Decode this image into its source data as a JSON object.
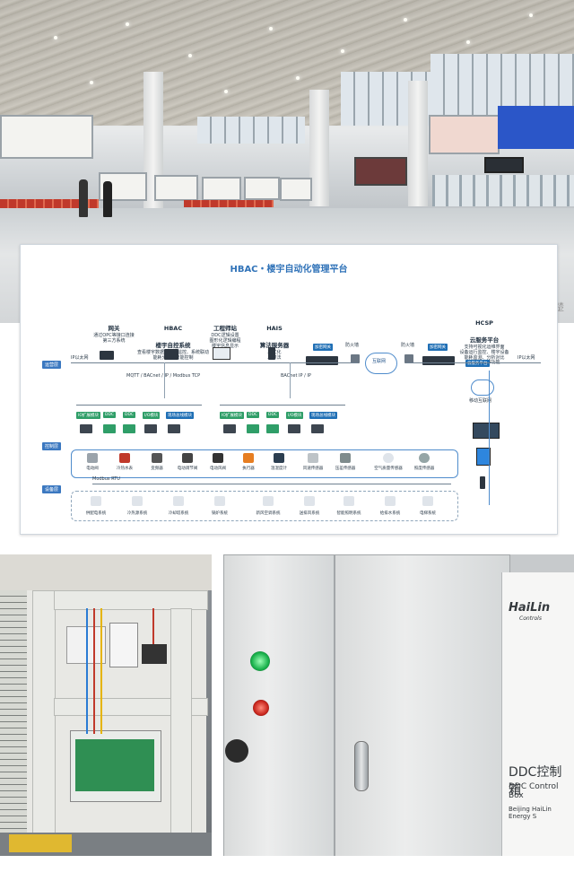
{
  "diagram": {
    "title": "HBAC・楼宇自动化管理平台",
    "colors": {
      "title": "#2f72b8",
      "band": "#3b78c0",
      "tag": "#1f6fb5",
      "tag_green": "#2f9e68"
    },
    "nodes": {
      "gateway": {
        "title": "网关",
        "desc": [
          "通过OPC等接口连接",
          "第三方系统"
        ]
      },
      "hbac": {
        "title1": "HBAC",
        "title2": "楼宇自控系统",
        "desc": [
          "查看楼宇数据、事件监控、系统联动",
          "能耗分析、智能控制"
        ]
      },
      "workstation": {
        "title": "工程师站",
        "desc": [
          "DDC逻辑设置",
          "图形化逻辑编程",
          "楼宇信息显示"
        ]
      },
      "hais": {
        "title1": "HAIS",
        "title2": "算法服务器",
        "desc": [
          "AI优化",
          "AI算法"
        ]
      },
      "hcsp": {
        "title1": "HCSP",
        "title2": "云服务平台",
        "desc": [
          "支持可视化运维界面",
          "设备运行监控、楼宇设备",
          "能耗监测、分析对比",
          "统计报表等功能"
        ]
      }
    },
    "devices": {
      "encrypt_gw": "加密网关",
      "firewall": "防火墙",
      "internet": "互联网",
      "cloud": "云服务平台",
      "mobile": "移动互联网"
    },
    "bands": [
      "运营层",
      "控制层",
      "设备层"
    ],
    "bus_labels": [
      "IP以太网",
      "MQTT / BACnet / IP / Modbus TCP",
      "IP以太网",
      "BACnet IP / IP",
      "Modbus RTU"
    ],
    "ddc_tags": [
      "IO扩展模块",
      "DDC",
      "DDC",
      "I/O模块",
      "现场总线模块"
    ],
    "control_items": [
      "电动阀",
      "冷热水表",
      "变频器",
      "电动调节阀",
      "电动风阀",
      "执行器",
      "温湿度计",
      "风速传感器",
      "压差传感器",
      "空气质量传感器",
      "照度传感器"
    ],
    "equipment_items": [
      "供配电系统",
      "冷热源系统",
      "冷却塔系统",
      "锅炉系统",
      "新风空调系统",
      "送排风系统",
      "智能照明系统",
      "给排水系统",
      "电梯系统"
    ]
  },
  "cabinet_right": {
    "brand": "HaiLin",
    "brand_sub": "Controls",
    "box_title_cn": "DDC控制箱",
    "box_title_en": "DDC Control Box",
    "company": "Beijing HaiLin Energy S"
  },
  "hall_side_text": "楚"
}
